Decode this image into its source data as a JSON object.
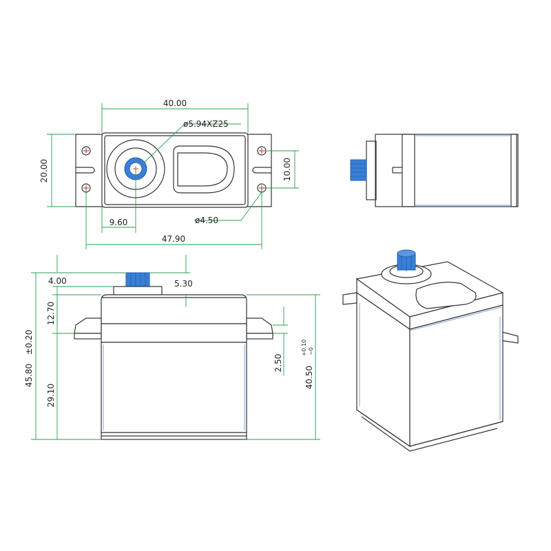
{
  "drawing": {
    "dimensions": {
      "top_width": "40.00",
      "spline": "ø5.94XZ25",
      "height_flange": "20.00",
      "hole_spacing": "10.00",
      "offset_x": "9.60",
      "hole_dia": "ø4.50",
      "total_width": "47.90",
      "gear_height": "4.00",
      "top_to_case": "5.30",
      "flange_height": "12.70",
      "total_height": "45.80",
      "total_height_tol": "±0.20",
      "body_lower": "29.10",
      "flange_thickness": "2.50",
      "body_height": "40.50",
      "body_tol_upper": "+0.10",
      "body_tol_lower": "−0"
    },
    "colors": {
      "outline": "#333333",
      "dimension": "#2a9d4a",
      "spline": "#3a7fd5",
      "mark": "#d94040"
    }
  }
}
